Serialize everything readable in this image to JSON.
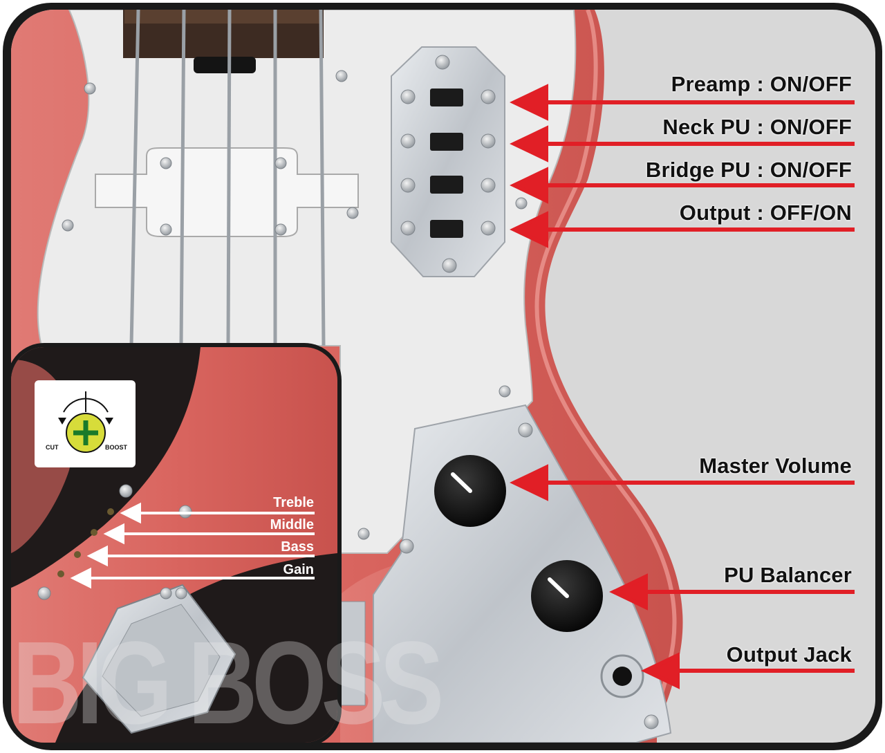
{
  "labels": {
    "preamp": "Preamp : ON/OFF",
    "neck_pu": "Neck PU : ON/OFF",
    "bridge_pu": "Bridge PU : ON/OFF",
    "output_switch": "Output : OFF/ON",
    "master_volume": "Master Volume",
    "pu_balancer": "PU Balancer",
    "output_jack": "Output Jack"
  },
  "inset": {
    "treble": "Treble",
    "middle": "Middle",
    "bass": "Bass",
    "gain": "Gain",
    "cut": "CUT",
    "boost": "BOOST",
    "watermark": "BIG BOSS"
  },
  "colors": {
    "body": "#d9655f",
    "arrow_red": "#e11f26",
    "background": "#d8d8d8",
    "pickguard": "#ececec",
    "chrome": "#c9cdd2"
  }
}
